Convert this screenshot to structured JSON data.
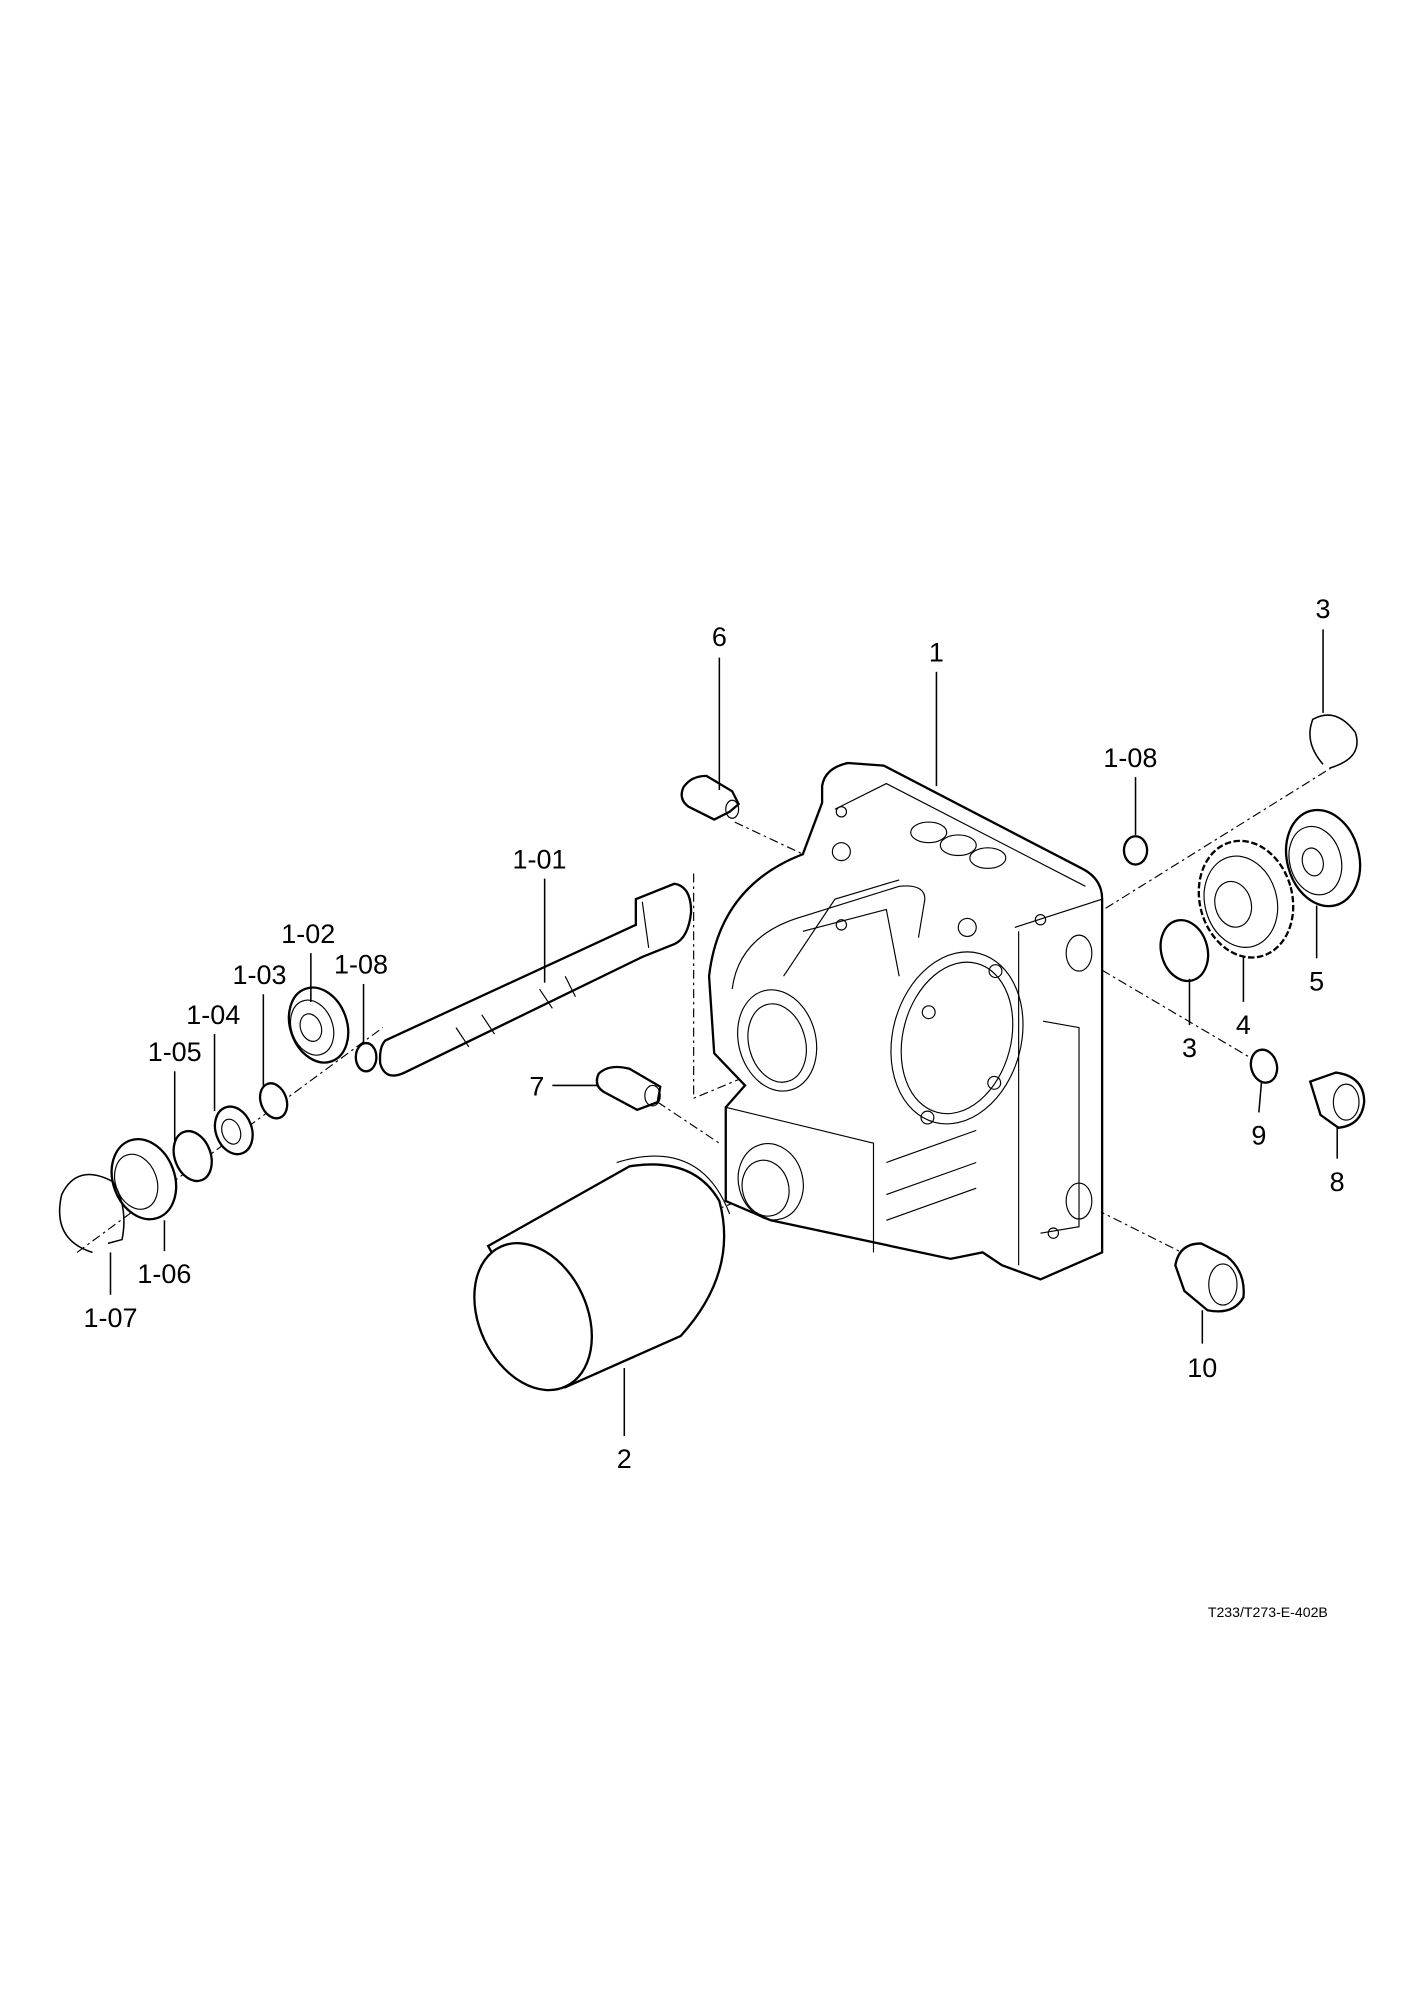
{
  "diagram": {
    "type": "exploded parts view",
    "callouts": {
      "c1": "1",
      "c2": "2",
      "c3_top": "3",
      "c3_low": "3",
      "c4": "4",
      "c5": "5",
      "c6": "6",
      "c7": "7",
      "c8": "8",
      "c9": "9",
      "c10": "10",
      "c1_01": "1-01",
      "c1_02": "1-02",
      "c1_03": "1-03",
      "c1_04": "1-04",
      "c1_05": "1-05",
      "c1_06": "1-06",
      "c1_07": "1-07",
      "c1_08_left": "1-08",
      "c1_08_right": "1-08"
    },
    "drawing_code": "T233/T273-E-402B"
  }
}
